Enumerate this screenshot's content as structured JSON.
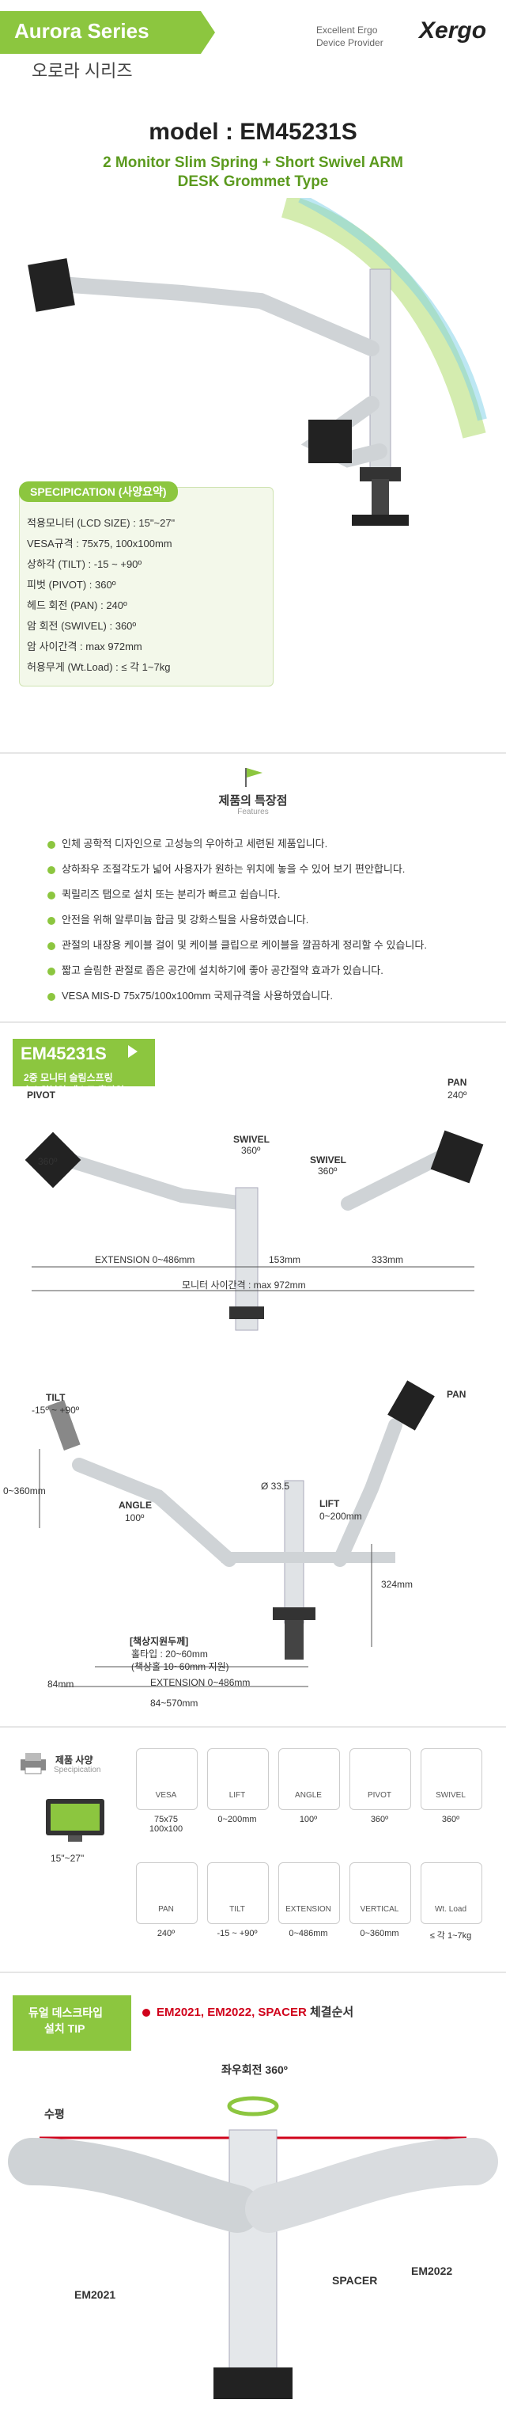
{
  "header": {
    "series": "Aurora Series",
    "series_ko": "오로라 시리즈",
    "brand_line1": "Excellent Ergo",
    "brand_line2": "Device Provider",
    "brand": "Xergo"
  },
  "model": {
    "title": "model : EM45231S",
    "subtitle1": "2 Monitor Slim Spring + Short Swivel ARM",
    "subtitle2": "DESK Grommet Type"
  },
  "spec": {
    "title": "SPECIPICATION (사양요약)",
    "lines": [
      "적용모니터 (LCD SIZE) : 15\"~27\"",
      "VESA규격 : 75x75, 100x100mm",
      "상하각 (TILT) : -15 ~ +90º",
      "피벗 (PIVOT) : 360º",
      "헤드 회전 (PAN) : 240º",
      "암 회전 (SWIVEL) : 360º",
      "암 사이간격 : max 972mm",
      "허용무게 (Wt.Load) : ≤ 각 1~7kg"
    ]
  },
  "features": {
    "title": "제품의 특장점",
    "sub": "Features",
    "items": [
      "인체 공학적 디자인으로 고성능의 우아하고 세련된 제품입니다.",
      "상하좌우 조절각도가 넓어 사용자가 원하는 위치에 놓을 수 있어 보기 편안합니다.",
      "퀵릴리즈 탭으로 설치 또는 분리가 빠르고 쉽습니다.",
      "안전을 위해 알루미늄 합금 및 강화스틸을 사용하였습니다.",
      "관절의 내장용 케이블 걸이 및 케이블 클립으로 케이블을 깔끔하게 정리할 수 있습니다.",
      "짧고 슬림한 관절로 좁은 공간에 설치하기에 좋아 공간절약 효과가 있습니다.",
      "VESA MIS-D 75x75/100x100mm 국제규격을 사용하였습니다."
    ]
  },
  "diagram1": {
    "tag_title": "EM45231S",
    "tag_sub1": "2중 모니터 슬림스프링",
    "tag_sub2": "+숏스위블암 데스크 홀타입",
    "pivot": "PIVOT",
    "pivot_deg": "360º",
    "pan": "PAN",
    "pan_deg": "240º",
    "swivel1": "SWIVEL",
    "swivel1_deg": "360º",
    "swivel2": "SWIVEL",
    "swivel2_deg": "360º",
    "ext": "EXTENSION 0~486mm",
    "mid": "153mm",
    "right": "333mm",
    "gap": "모니터 사이간격 : max 972mm"
  },
  "diagram2": {
    "tilt": "TILT",
    "tilt_deg": "-15º ~ +90º",
    "pan": "PAN",
    "height": "0~360mm",
    "angle": "ANGLE",
    "angle_deg": "100º",
    "dia": "Ø 33.5",
    "lift": "LIFT",
    "lift_range": "0~200mm",
    "h324": "324mm",
    "desk_title": "[책상지원두께]",
    "desk_line1": "홀타입 : 20~60mm",
    "desk_line2": "(책상홀 10~60mm 지원)",
    "d84": "84mm",
    "ext": "EXTENSION 0~486mm",
    "total": "84~570mm"
  },
  "specs_icons": {
    "title": "제품 사양",
    "sub": "Specipication",
    "lcd": "15\"~27\"",
    "row1": [
      {
        "icon": "vesa-icon",
        "label": "VESA",
        "value": "75x75\n100x100"
      },
      {
        "icon": "lift-icon",
        "label": "LIFT",
        "value": "0~200mm"
      },
      {
        "icon": "angle-icon",
        "label": "ANGLE",
        "value": "100º"
      },
      {
        "icon": "pivot-icon",
        "label": "PIVOT",
        "value": "360º"
      },
      {
        "icon": "swivel-icon",
        "label": "SWIVEL",
        "value": "360º"
      }
    ],
    "row2": [
      {
        "icon": "pan-icon",
        "label": "PAN",
        "value": "240º"
      },
      {
        "icon": "tilt-icon",
        "label": "TILT",
        "value": "-15 ~ +90º"
      },
      {
        "icon": "extension-icon",
        "label": "EXTENSION",
        "value": "0~486mm"
      },
      {
        "icon": "vertical-icon",
        "label": "VERTICAL",
        "value": "0~360mm"
      },
      {
        "icon": "weight-icon",
        "label": "Wt. Load",
        "value": "≤ 각 1~7kg"
      }
    ]
  },
  "tip": {
    "tag1": "듀얼 데스크타입",
    "tag2": "설치 TIP",
    "head_a": "EM2021, EM2022, SPACER",
    "head_b": " 체결순서",
    "rotate": "좌우회전 360º",
    "level": "수평",
    "em2021": "EM2021",
    "spacer": "SPACER",
    "em2022": "EM2022"
  },
  "colors": {
    "accent": "#8cc63f",
    "accent_dark": "#5b9a1e",
    "red": "#d0021b"
  }
}
